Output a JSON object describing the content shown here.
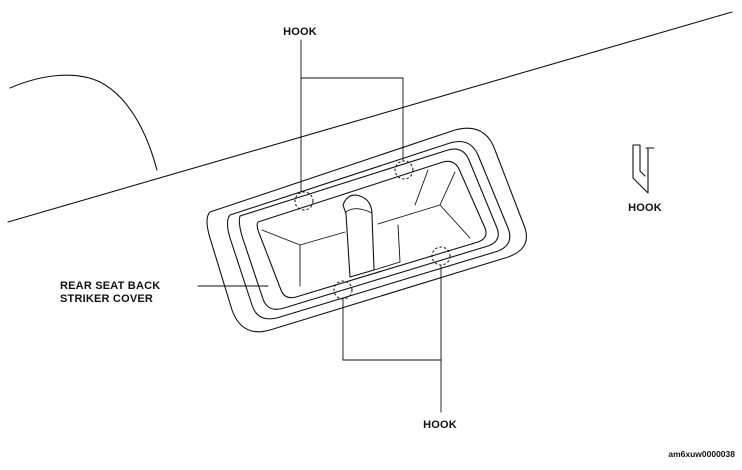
{
  "labels": {
    "hook_top": "HOOK",
    "hook_bottom": "HOOK",
    "hook_legend": "HOOK",
    "part_line1": "REAR SEAT BACK",
    "part_line2": "STRIKER COVER"
  },
  "figure_code": "am6xuw0000038"
}
